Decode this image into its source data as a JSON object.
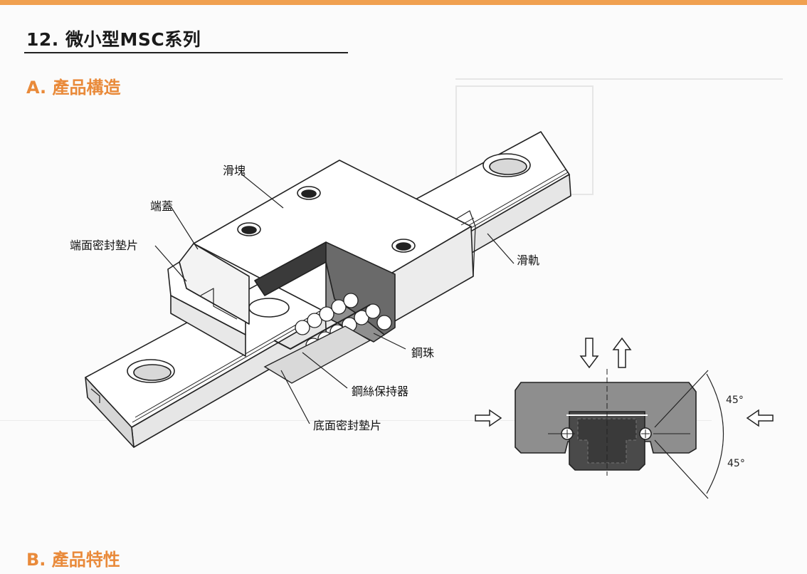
{
  "title": "12. 微小型MSC系列",
  "section_a": "A. 產品構造",
  "section_b": "B. 產品特性",
  "labels": {
    "block": "滑塊",
    "end_cap": "端蓋",
    "end_seal": "端面密封墊片",
    "rail": "滑軌",
    "steel_ball": "鋼珠",
    "wire_retainer": "鋼絲保持器",
    "bottom_seal": "底面密封墊片"
  },
  "angles": {
    "upper": "45°",
    "lower": "45°"
  },
  "colors": {
    "accent": "#e98a3a",
    "topbar": "#f0a050"
  }
}
